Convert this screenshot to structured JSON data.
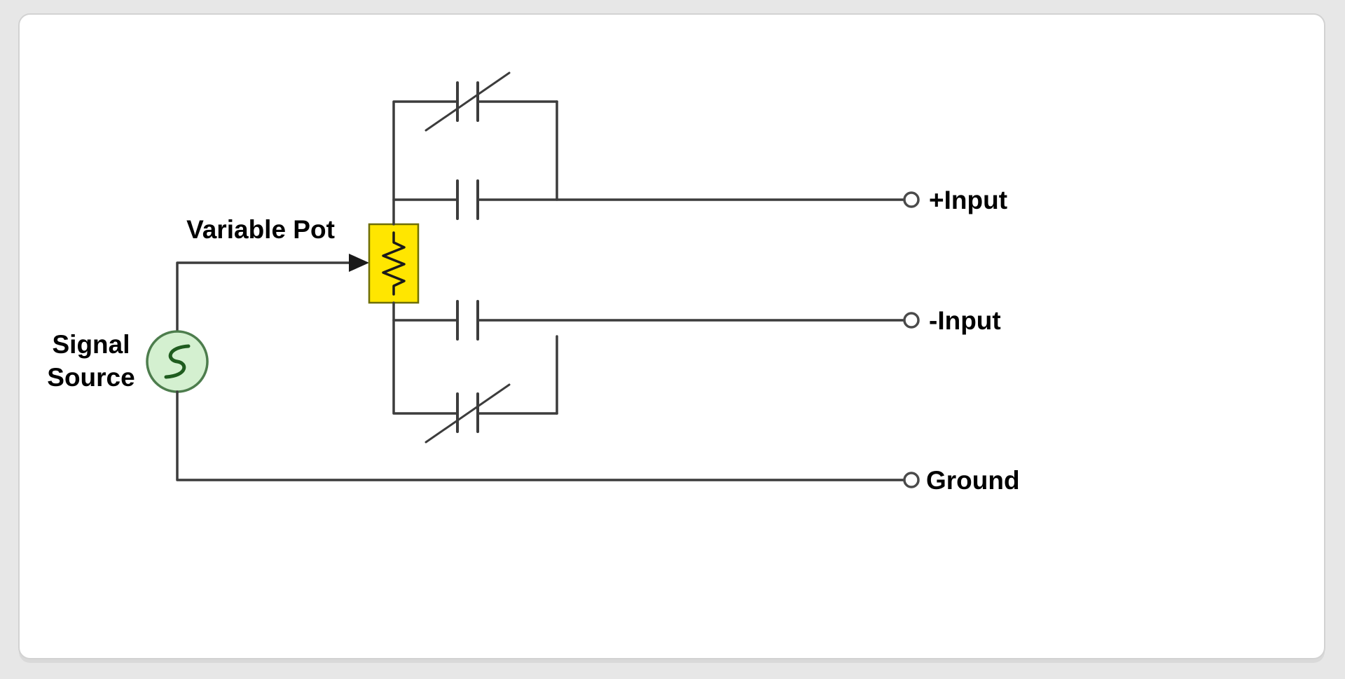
{
  "diagram": {
    "type": "circuit-schematic",
    "labels": {
      "signal_source_line1": "Signal",
      "signal_source_line2": "Source",
      "variable_pot": "Variable Pot",
      "plus_input": "+Input",
      "minus_input": "-Input",
      "ground": "Ground"
    },
    "components": {
      "source": "ac-signal-source",
      "pot": "variable-potentiometer",
      "top_branch": "variable-capacitor",
      "plus_branch": "fixed-capacitor",
      "minus_branch": "fixed-capacitor",
      "bottom_branch": "variable-capacitor",
      "terminals": [
        "+Input",
        "-Input",
        "Ground"
      ]
    },
    "colors": {
      "wire": "#3c3c3c",
      "pot_fill": "#ffe600",
      "pot_stroke": "#6e6e00",
      "source_fill": "#d4f0d0",
      "source_stroke": "#4d7d4d",
      "label_text": "#000000",
      "card_background": "#ffffff",
      "page_background": "#e7e7e7"
    }
  }
}
